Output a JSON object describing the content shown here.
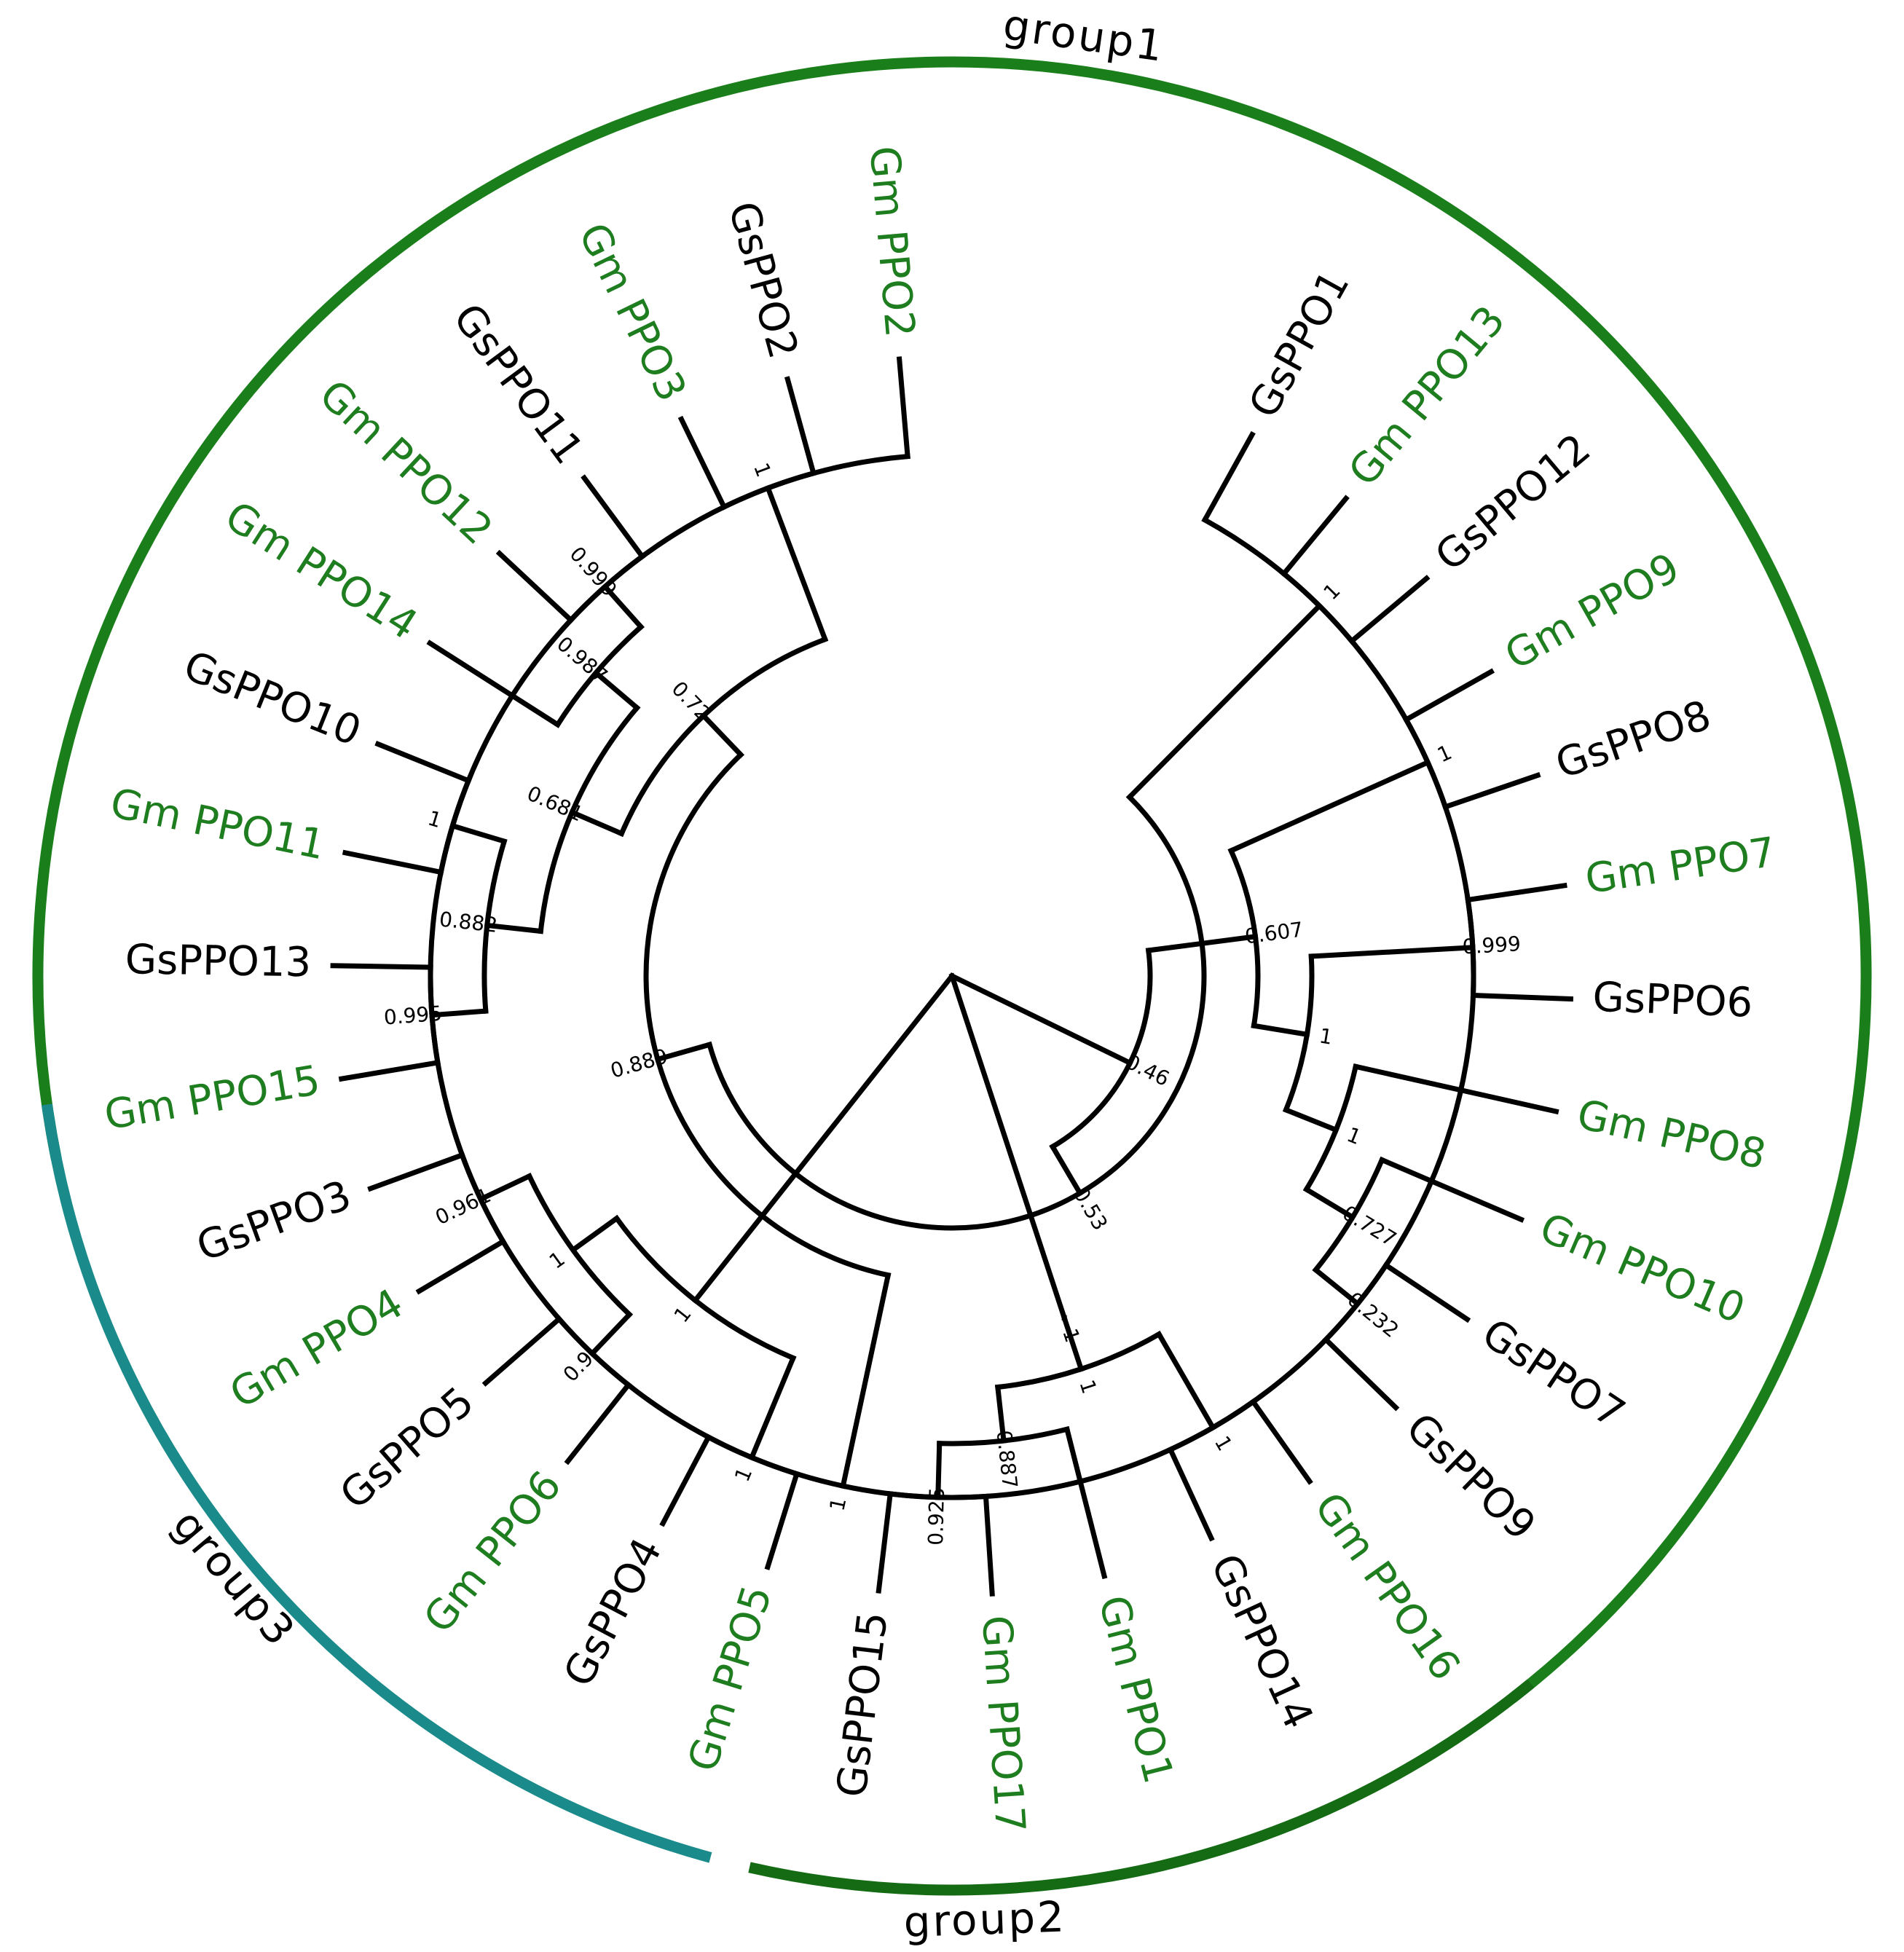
{
  "colors": {
    "gm_label": "#1e7d1e",
    "gs_label": "#000000",
    "group1": "#1a7f1a",
    "group2": "#146b14",
    "group3": "#1a8a8a",
    "branch": "#000000"
  },
  "groups": [
    {
      "id": "group1",
      "label": "group1"
    },
    {
      "id": "group2",
      "label": "group2"
    },
    {
      "id": "group3",
      "label": "group3"
    }
  ],
  "leaves": [
    {
      "id": "GsPPO1",
      "label": "GsPPO1",
      "species": "Gs"
    },
    {
      "id": "GmPPO13",
      "label": "Gm PPO13",
      "species": "Gm"
    },
    {
      "id": "GsPPO12",
      "label": "GsPPO12",
      "species": "Gs"
    },
    {
      "id": "GmPPO9",
      "label": "Gm PPO9",
      "species": "Gm"
    },
    {
      "id": "GsPPO8",
      "label": "GsPPO8",
      "species": "Gs"
    },
    {
      "id": "GmPPO7",
      "label": "Gm PPO7",
      "species": "Gm"
    },
    {
      "id": "GsPPO6",
      "label": "GsPPO6",
      "species": "Gs"
    },
    {
      "id": "GmPPO8",
      "label": "Gm PPO8",
      "species": "Gm"
    },
    {
      "id": "GmPPO10",
      "label": "Gm PPO10",
      "species": "Gm"
    },
    {
      "id": "GsPPO7",
      "label": "GsPPO7",
      "species": "Gs"
    },
    {
      "id": "GsPPO9",
      "label": "GsPPO9",
      "species": "Gs"
    },
    {
      "id": "GmPPO16",
      "label": "Gm PPO16",
      "species": "Gm"
    },
    {
      "id": "GsPPO14",
      "label": "GsPPO14",
      "species": "Gs"
    },
    {
      "id": "GmPPO1",
      "label": "Gm PPO1",
      "species": "Gm"
    },
    {
      "id": "GmPPO17",
      "label": "Gm PPO17",
      "species": "Gm"
    },
    {
      "id": "GsPPO15",
      "label": "GsPPO15",
      "species": "Gs"
    },
    {
      "id": "GmPPO5",
      "label": "Gm PPO5",
      "species": "Gm"
    },
    {
      "id": "GsPPO4",
      "label": "GsPPO4",
      "species": "Gs"
    },
    {
      "id": "GmPPO6",
      "label": "Gm PPO6",
      "species": "Gm"
    },
    {
      "id": "GsPPO5",
      "label": "GsPPO5",
      "species": "Gs"
    },
    {
      "id": "GmPPO4",
      "label": "Gm PPO4",
      "species": "Gm"
    },
    {
      "id": "GsPPO3",
      "label": "GsPPO3",
      "species": "Gs"
    },
    {
      "id": "GmPPO15",
      "label": "Gm PPO15",
      "species": "Gm"
    },
    {
      "id": "GsPPO13",
      "label": "GsPPO13",
      "species": "Gs"
    },
    {
      "id": "GmPPO11",
      "label": "Gm PPO11",
      "species": "Gm"
    },
    {
      "id": "GsPPO10",
      "label": "GsPPO10",
      "species": "Gs"
    },
    {
      "id": "GmPPO14",
      "label": "Gm PPO14",
      "species": "Gm"
    },
    {
      "id": "GmPPO12",
      "label": "Gm PPO12",
      "species": "Gm"
    },
    {
      "id": "GsPPO11",
      "label": "GsPPO11",
      "species": "Gs"
    },
    {
      "id": "GmPPO3",
      "label": "Gm PPO3",
      "species": "Gm"
    },
    {
      "id": "GsPPO2",
      "label": "GsPPO2",
      "species": "Gs"
    },
    {
      "id": "GmPPO2",
      "label": "Gm PPO2",
      "species": "Gm"
    }
  ],
  "tree": {
    "children": [
      {
        "support": "0.46",
        "children": [
          {
            "support": "0.53",
            "children": [
              {
                "support": "0.889",
                "children": [
                  {
                    "support": "1",
                    "children": [
                      {
                        "leaf": "GmPPO2"
                      },
                      {
                        "leaf": "GsPPO1"
                      }
                    ]
                  },
                  {
                    "support": "0.72",
                    "children": [
                      {
                        "support": "1",
                        "children": [
                          {
                            "leaf": "GmPPO3"
                          },
                          {
                            "leaf": "GsPPO2"
                          }
                        ]
                      },
                      {
                        "support": "0.681",
                        "children": [
                          {
                            "support": "0.987",
                            "children": [
                              {
                                "leaf": "GmPPO14"
                              },
                              {
                                "support": "0.999",
                                "children": [
                                  {
                                    "leaf": "GmPPO12"
                                  },
                                  {
                                    "leaf": "GsPPO11"
                                  }
                                ]
                              }
                            ]
                          },
                          {
                            "support": "0.882",
                            "children": [
                              {
                                "support": "1",
                                "children": [
                                  {
                                    "leaf": "GsPPO10"
                                  },
                                  {
                                    "leaf": "GmPPO11"
                                  }
                                ]
                              },
                              {
                                "support": "0.995",
                                "children": [
                                  {
                                    "leaf": "GsPPO13"
                                  },
                                  {
                                    "leaf": "GmPPO15"
                                  }
                                ]
                              }
                            ]
                          }
                        ]
                      }
                    ]
                  }
                ]
              },
              {
                "support": "1",
                "children": [
                  {
                    "leaf": "GmPPO13"
                  },
                  {
                    "leaf": "GsPPO12"
                  }
                ]
              }
            ]
          },
          {
            "support": "0.607",
            "children": [
              {
                "support": "1",
                "children": [
                  {
                    "leaf": "GmPPO9"
                  },
                  {
                    "leaf": "GsPPO8"
                  }
                ]
              },
              {
                "support": "1",
                "children": [
                  {
                    "support": "0.999",
                    "children": [
                      {
                        "leaf": "GmPPO7"
                      },
                      {
                        "leaf": "GsPPO6"
                      }
                    ]
                  },
                  {
                    "support": "1",
                    "children": [
                      {
                        "leaf": "GmPPO8"
                      },
                      {
                        "support": "0.727",
                        "children": [
                          {
                            "leaf": "GmPPO10"
                          },
                          {
                            "support": "0.232",
                            "children": [
                              {
                                "leaf": "GsPPO7"
                              },
                              {
                                "leaf": "GsPPO9"
                              }
                            ]
                          }
                        ]
                      }
                    ]
                  }
                ]
              }
            ]
          }
        ]
      },
      {
        "support": "1",
        "children": [
          {
            "support": "1",
            "children": [
              {
                "support": "1",
                "children": [
                  {
                    "leaf": "GsPPO14"
                  },
                  {
                    "leaf": "GmPPO16"
                  }
                ]
              },
              {
                "support": "0.887",
                "children": [
                  {
                    "leaf": "GmPPO1"
                  },
                  {
                    "support": "0.925",
                    "children": [
                      {
                        "leaf": "GsPPO15"
                      },
                      {
                        "leaf": "GmPPO17"
                      }
                    ]
                  }
                ]
              }
            ]
          }
        ]
      },
      {
        "support": "1",
        "children": [
          {
            "support": "1",
            "children": [
              {
                "leaf": "GsPPO4"
              },
              {
                "leaf": "GmPPO5"
              }
            ]
          },
          {
            "support": "1",
            "children": [
              {
                "support": "0.961",
                "children": [
                  {
                    "leaf": "GsPPO3"
                  },
                  {
                    "leaf": "GmPPO4"
                  }
                ]
              },
              {
                "support": "0.9",
                "children": [
                  {
                    "leaf": "GsPPO5"
                  },
                  {
                    "leaf": "GmPPO6"
                  }
                ]
              }
            ]
          }
        ]
      }
    ]
  }
}
